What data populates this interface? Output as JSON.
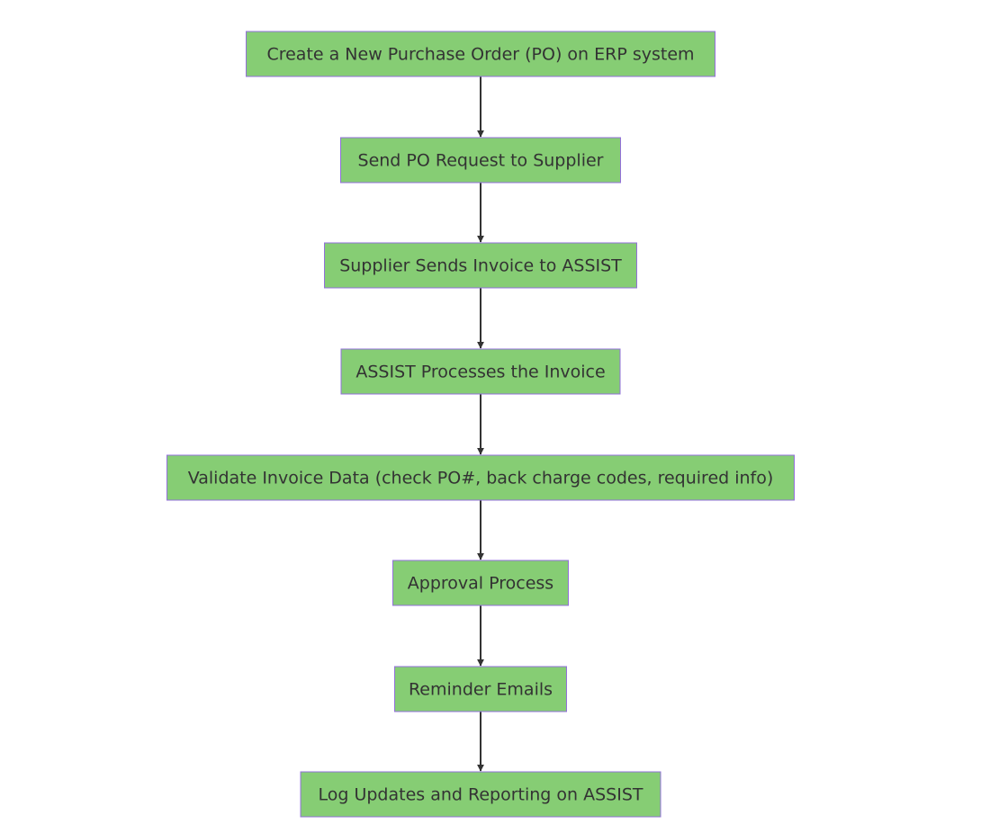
{
  "colors": {
    "node_fill": "#86cd74",
    "node_border": "#9370db",
    "text": "#333333",
    "edge": "#333333",
    "background": "#ffffff"
  },
  "nodes": [
    {
      "id": "create-po",
      "label": "Create a New Purchase Order (PO) on ERP system"
    },
    {
      "id": "send-po",
      "label": "Send PO Request to Supplier"
    },
    {
      "id": "supplier-invoice",
      "label": "Supplier Sends Invoice to ASSIST"
    },
    {
      "id": "assist-processes",
      "label": "ASSIST Processes the Invoice"
    },
    {
      "id": "validate-invoice",
      "label": "Validate Invoice Data (check PO#, back charge codes, required info)"
    },
    {
      "id": "approval",
      "label": "Approval Process"
    },
    {
      "id": "reminder",
      "label": "Reminder Emails"
    },
    {
      "id": "log-updates",
      "label": "Log Updates and Reporting on ASSIST"
    }
  ],
  "edges": [
    {
      "from": "create-po",
      "to": "send-po"
    },
    {
      "from": "send-po",
      "to": "supplier-invoice"
    },
    {
      "from": "supplier-invoice",
      "to": "assist-processes"
    },
    {
      "from": "assist-processes",
      "to": "validate-invoice"
    },
    {
      "from": "validate-invoice",
      "to": "approval"
    },
    {
      "from": "approval",
      "to": "reminder"
    },
    {
      "from": "reminder",
      "to": "log-updates"
    }
  ]
}
